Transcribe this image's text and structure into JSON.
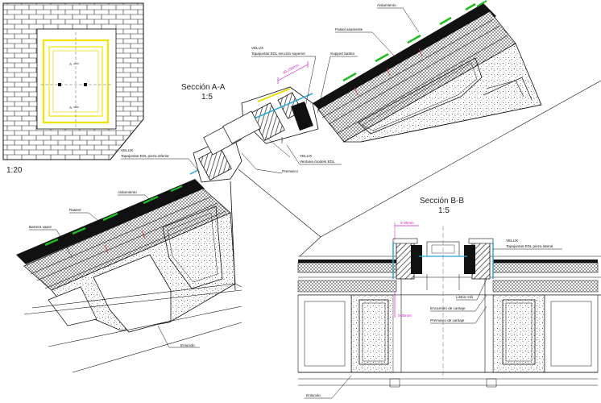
{
  "drawing": {
    "plan": {
      "scale": "1:20",
      "marker_a": "A"
    },
    "section_aa": {
      "title": "Sección A-A",
      "scale": "1:5",
      "labels": {
        "aislamiento_upper": "Aislamiento",
        "pastel_upper": "Pastel asamente",
        "velux_upper_brand": "VELUX",
        "velux_upper_desc": "Tapajuntas EDL sección superior",
        "support_batten": "Support batten",
        "velux_lower_brand": "VELUX",
        "velux_lower_desc": "Tapajuntas EDL pieza inferior",
        "velux_window_brand": "VELUX",
        "velux_window_desc": "Ventana modelo EDL",
        "premarco": "Premarco",
        "aislamiento_lower": "Aislamiento",
        "rastrel": "Rastrel",
        "barrera_vapor": "Barrera vapor",
        "enlucido": "Enlucido",
        "dimension": "40-100mm"
      }
    },
    "section_bb": {
      "title": "Sección B-B",
      "scale": "1:5",
      "labels": {
        "velux_brand": "VELUX",
        "velux_desc": "Tapajuntas EDL pieza lateral",
        "dimension_top": "0-30mm",
        "dimension_side": "0-30mm",
        "liston": "Liston rolo",
        "encuentro": "Encuentro de cantaje",
        "premarco": "Premarco de cantaje",
        "enlucido": "Enlucido"
      }
    },
    "colors": {
      "line": "#111111",
      "flashing": "#22bb22",
      "dimension": "#d020d0",
      "frame_plan": "#f2e400",
      "accent_red": "#dd2222",
      "glass": "#2aa6d8"
    }
  }
}
